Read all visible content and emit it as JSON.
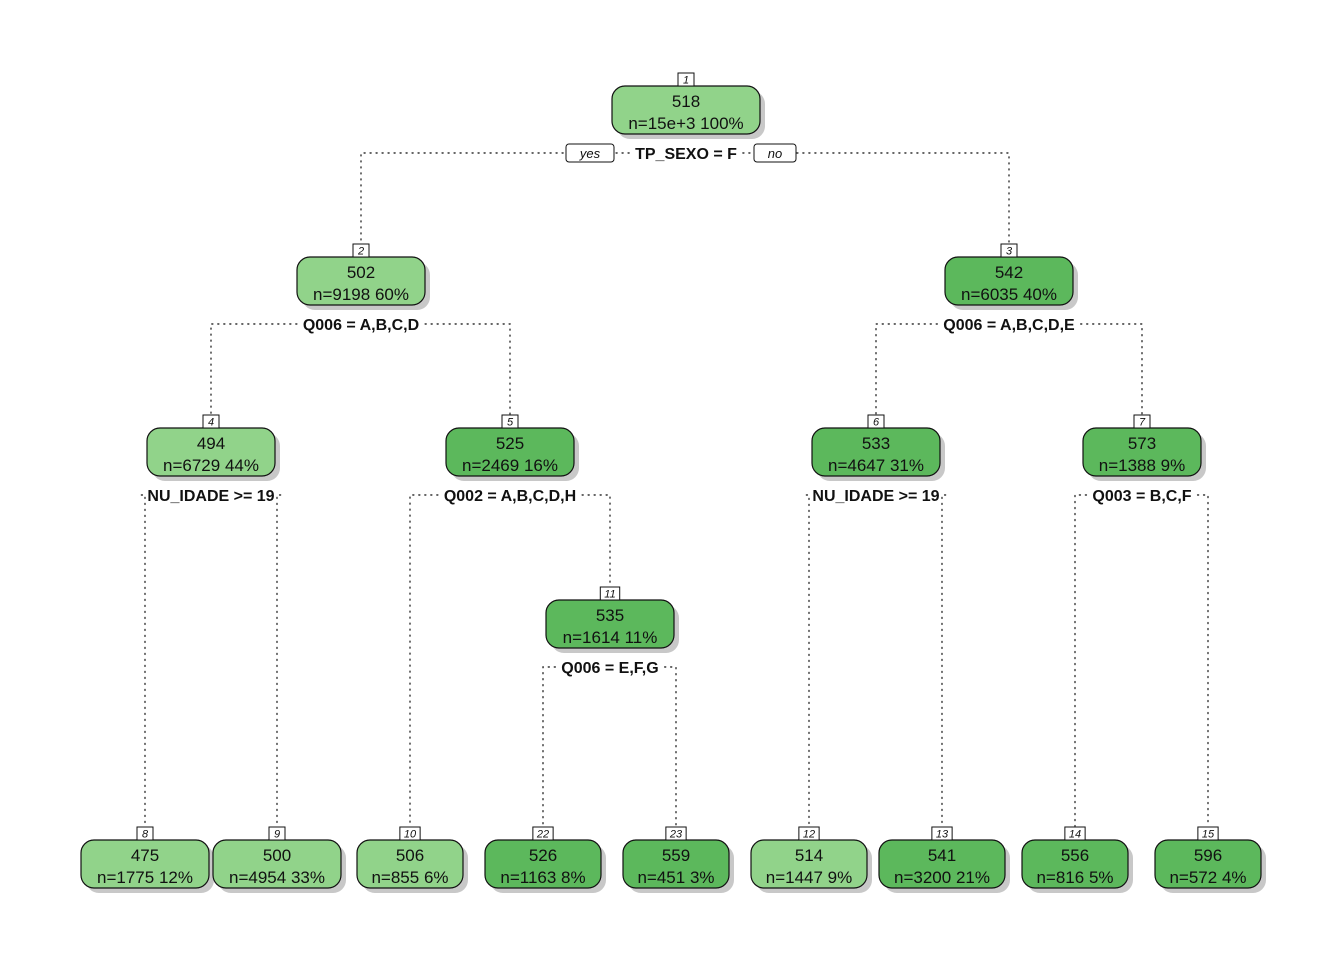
{
  "tree": {
    "yes_label": "yes",
    "no_label": "no",
    "colors": {
      "light": "#91d38a",
      "mid": "#72c46c",
      "dark": "#5cb85c"
    },
    "nodes": [
      {
        "id": "1",
        "value": "518",
        "info": "n=15e+3  100%",
        "split": "TP_SEXO = F",
        "shade": "light"
      },
      {
        "id": "2",
        "value": "502",
        "info": "n=9198  60%",
        "split": "Q006 = A,B,C,D",
        "shade": "light"
      },
      {
        "id": "3",
        "value": "542",
        "info": "n=6035  40%",
        "split": "Q006 = A,B,C,D,E",
        "shade": "dark"
      },
      {
        "id": "4",
        "value": "494",
        "info": "n=6729  44%",
        "split": "NU_IDADE >= 19",
        "shade": "light"
      },
      {
        "id": "5",
        "value": "525",
        "info": "n=2469  16%",
        "split": "Q002 = A,B,C,D,H",
        "shade": "dark"
      },
      {
        "id": "6",
        "value": "533",
        "info": "n=4647  31%",
        "split": "NU_IDADE >= 19",
        "shade": "dark"
      },
      {
        "id": "7",
        "value": "573",
        "info": "n=1388  9%",
        "split": "Q003 = B,C,F",
        "shade": "dark"
      },
      {
        "id": "11",
        "value": "535",
        "info": "n=1614  11%",
        "split": "Q006 = E,F,G",
        "shade": "dark"
      },
      {
        "id": "8",
        "value": "475",
        "info": "n=1775  12%",
        "split": "",
        "shade": "light"
      },
      {
        "id": "9",
        "value": "500",
        "info": "n=4954  33%",
        "split": "",
        "shade": "light"
      },
      {
        "id": "10",
        "value": "506",
        "info": "n=855  6%",
        "split": "",
        "shade": "light"
      },
      {
        "id": "22",
        "value": "526",
        "info": "n=1163  8%",
        "split": "",
        "shade": "dark"
      },
      {
        "id": "23",
        "value": "559",
        "info": "n=451  3%",
        "split": "",
        "shade": "dark"
      },
      {
        "id": "12",
        "value": "514",
        "info": "n=1447  9%",
        "split": "",
        "shade": "light"
      },
      {
        "id": "13",
        "value": "541",
        "info": "n=3200  21%",
        "split": "",
        "shade": "dark"
      },
      {
        "id": "14",
        "value": "556",
        "info": "n=816  5%",
        "split": "",
        "shade": "dark"
      },
      {
        "id": "15",
        "value": "596",
        "info": "n=572  4%",
        "split": "",
        "shade": "dark"
      }
    ],
    "edges": [
      [
        "1",
        "2"
      ],
      [
        "1",
        "3"
      ],
      [
        "2",
        "4"
      ],
      [
        "2",
        "5"
      ],
      [
        "3",
        "6"
      ],
      [
        "3",
        "7"
      ],
      [
        "4",
        "8"
      ],
      [
        "4",
        "9"
      ],
      [
        "5",
        "10"
      ],
      [
        "5",
        "11"
      ],
      [
        "11",
        "22"
      ],
      [
        "11",
        "23"
      ],
      [
        "6",
        "12"
      ],
      [
        "6",
        "13"
      ],
      [
        "7",
        "14"
      ],
      [
        "7",
        "15"
      ]
    ]
  }
}
